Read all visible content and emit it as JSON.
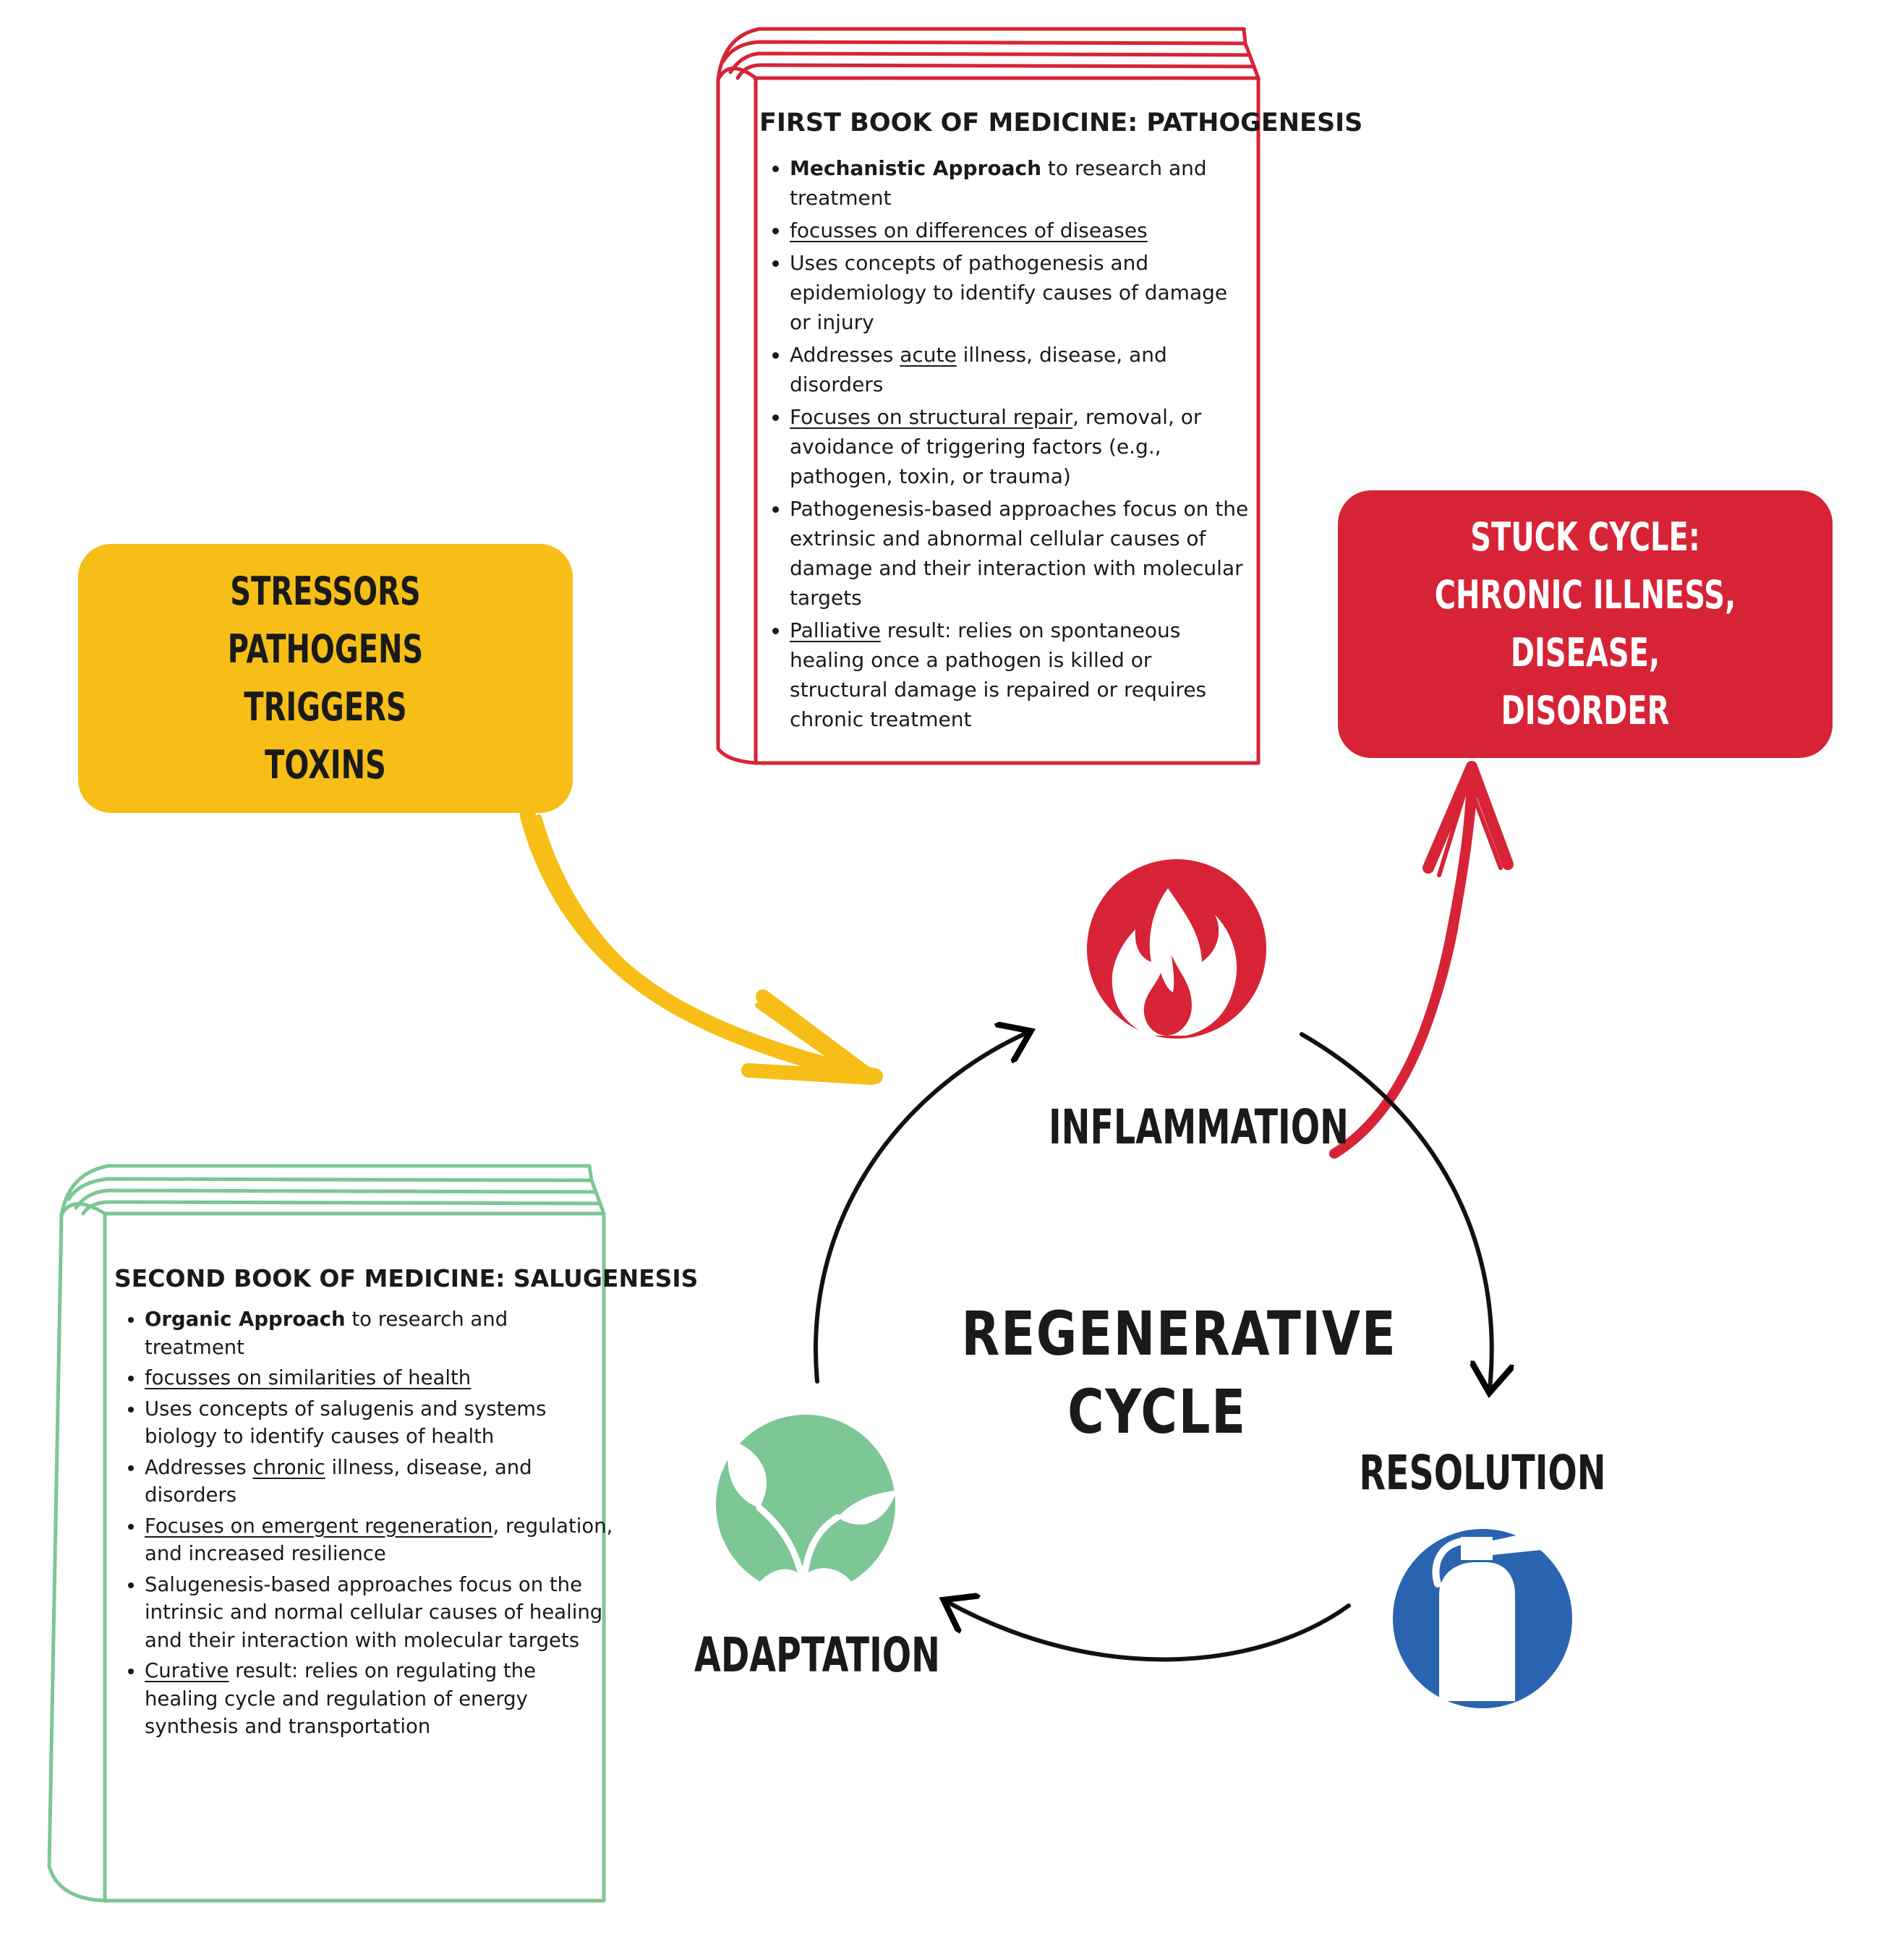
{
  "book1": {
    "title": "FIRST BOOK OF MEDICINE: PATHOGENESIS",
    "items": [
      {
        "a": "Mechanistic Approach",
        "b": " to research and treatment"
      },
      {
        "a": "focusses on differences of diseases"
      },
      {
        "a": "Uses concepts of pathogenesis and epidemiology to identify causes of damage or injury"
      },
      {
        "a": "Addresses ",
        "b": "acute",
        "c": " illness, disease, and disorders"
      },
      {
        "a": "Focuses on structural repair",
        "b": ", removal, or avoidance of triggering factors (e.g., pathogen, toxin, or trauma)"
      },
      {
        "a": "Pathogenesis-based approaches focus on the extrinsic and abnormal cellular causes of damage and their interaction with molecular targets"
      },
      {
        "a": "Palliative",
        "b": " result: relies on spontaneous healing once a pathogen is killed or structural damage is repaired or requires chronic treatment"
      }
    ]
  },
  "book2": {
    "title": "SECOND BOOK OF MEDICINE: SALUGENESIS",
    "items": [
      {
        "a": "Organic Approach",
        "b": " to research and treatment"
      },
      {
        "a": "focusses on similarities of health"
      },
      {
        "a": "Uses concepts of salugenis and systems biology to identify causes of health"
      },
      {
        "a": "Addresses ",
        "b": "chronic",
        "c": " illness, disease, and disorders"
      },
      {
        "a": "Focuses on emergent regeneration",
        "b": ", regulation, and increased resilience"
      },
      {
        "a": "Salugenesis-based approaches focus on the intrinsic and normal cellular causes of healing and their interaction with molecular targets"
      },
      {
        "a": "Curative",
        "b": " result: relies on regulating the healing cycle and regulation of energy synthesis and transportation"
      }
    ]
  },
  "stressors": {
    "lines": [
      "STRESSORS",
      "PATHOGENS",
      "TRIGGERS",
      "TOXINS"
    ]
  },
  "stuck": {
    "lines": [
      "STUCK CYCLE:",
      "CHRONIC ILLNESS, DISEASE,",
      "DISORDER"
    ]
  },
  "cycle": {
    "center_line1": "REGENERATIVE",
    "center_line2": "CYCLE",
    "inflammation": "INFLAMMATION",
    "resolution": "RESOLUTION",
    "adaptation": "ADAPTATION"
  },
  "icons": {
    "inflammation": "fire-icon",
    "resolution": "fire-extinguisher-icon",
    "adaptation": "sprout-leaves-icon"
  },
  "colors": {
    "red": "#d72336",
    "yellow": "#f6be16",
    "green": "#7cc795",
    "blue": "#2a64b0",
    "book1_outline": "#d72336",
    "book2_outline": "#7cc795"
  }
}
